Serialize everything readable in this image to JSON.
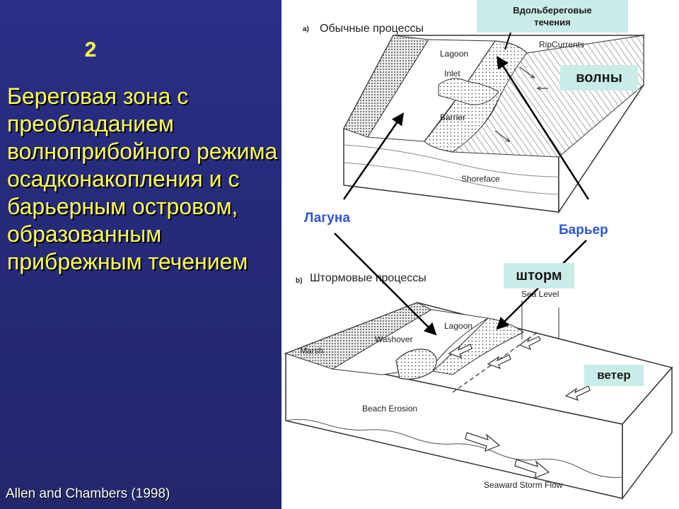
{
  "slide": {
    "number": "2",
    "heading": "Береговая зона с преобладанием волноприбойного режима осадконакопления и с барьерным островом, образованным прибрежным течением",
    "citation": "Allen and Chambers (1998)",
    "colors": {
      "background": "#262a7a",
      "heading": "#ffff4d",
      "callout_box": "#c9ece8",
      "callout_label": "#2f55d4"
    }
  },
  "diagram": {
    "panel_a": {
      "letter": "a)",
      "title": "Обычные процессы",
      "labels": {
        "lagoon": "Lagoon",
        "inlet": "Inlet",
        "barrier": "Barrier",
        "shoreface": "Shoreface",
        "rip_currents": "RipCurrents"
      }
    },
    "panel_b": {
      "letter": "b)",
      "title": "Штормовые процессы",
      "labels": {
        "sea_level": "Sea Level",
        "lagoon": "Lagoon",
        "marsh": "Marsh",
        "washover": "Washover",
        "beach_erosion": "Beach Erosion",
        "seaward_storm_flow": "Seaward Storm Flow"
      }
    }
  },
  "callouts": {
    "longshore_currents": "Вдольбереговые\nтечения",
    "waves": "волны",
    "storm": "шторм",
    "wind": "ветер",
    "lagoon": "Лагуна",
    "barrier": "Барьер"
  }
}
